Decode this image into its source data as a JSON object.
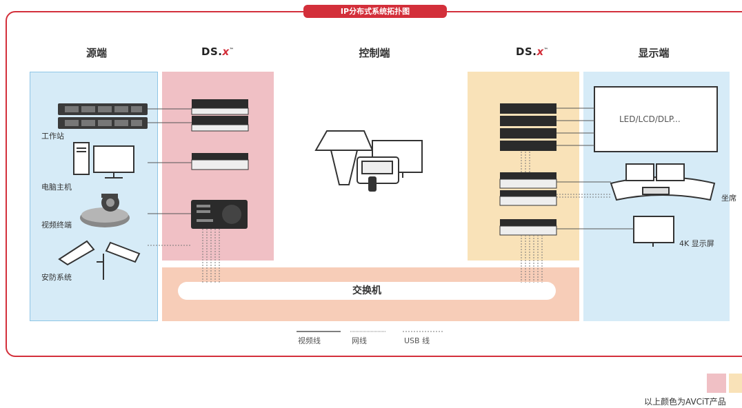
{
  "title": "IP分布式系统拓扑图",
  "columns": {
    "source": "源端",
    "ds_left": {
      "text": "DS.",
      "x": "x",
      "tm": "™"
    },
    "control": "控制端",
    "ds_right": {
      "text": "DS.",
      "x": "x",
      "tm": "™"
    },
    "display": "显示端"
  },
  "source_items": [
    "工作站",
    "电脑主机",
    "视频终端",
    "安防系统"
  ],
  "display_items": {
    "wall": "LED/LCD/DLP...",
    "console": "坐席",
    "monitor": "4K 显示屏"
  },
  "switch_label": "交换机",
  "legend": [
    "视频线",
    "网线",
    "USB 线"
  ],
  "footer_note": "以上颜色为AVCiT产品",
  "colors": {
    "brand_red": "#d32f3a",
    "pink_zone": "#f0c0c5",
    "yellow_zone": "#f9e2b8",
    "switch_zone": "#f7cdb8",
    "blue_zone": "#d6ebf7"
  }
}
